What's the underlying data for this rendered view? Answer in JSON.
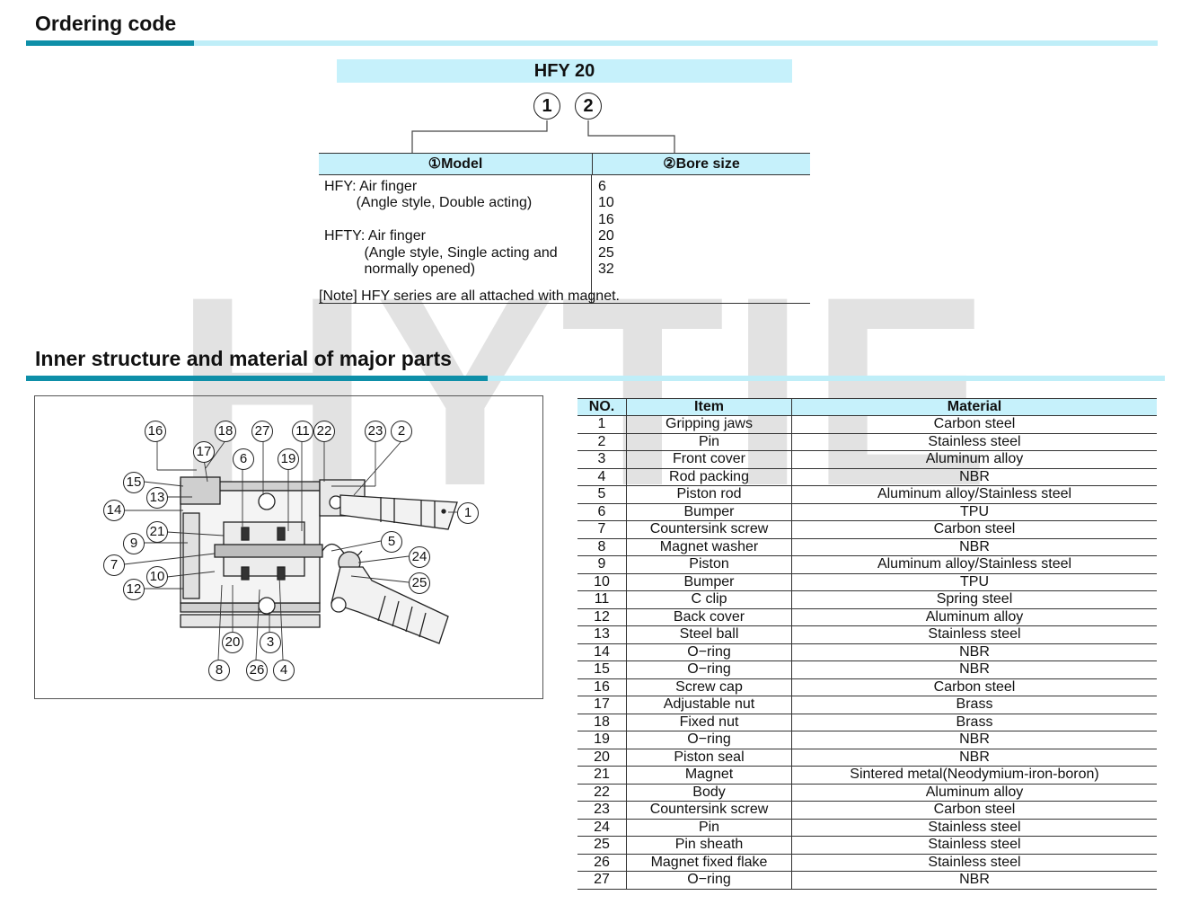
{
  "watermark": "HYTIE",
  "sections": {
    "ordering_title": "Ordering code",
    "structure_title": "Inner structure and material of major parts"
  },
  "ordering": {
    "code": "HFY  20",
    "circle1": "1",
    "circle2": "2",
    "col1_header": "①Model",
    "col2_header": "②Bore size",
    "models": [
      "HFY: Air finger",
      "        (Angle style, Double acting)",
      "",
      "HFTY: Air finger",
      "          (Angle style, Single acting and",
      "          normally opened)"
    ],
    "bores": [
      "6",
      "10",
      "16",
      "20",
      "25",
      "32"
    ],
    "note": "[Note] HFY series are all attached with magnet."
  },
  "diagram_callouts": [
    "16",
    "18",
    "27",
    "11",
    "22",
    "23",
    "2",
    "17",
    "6",
    "19",
    "15",
    "13",
    "14",
    "21",
    "9",
    "7",
    "10",
    "12",
    "5",
    "24",
    "25",
    "1",
    "20",
    "3",
    "8",
    "26",
    "4"
  ],
  "parts": {
    "headers": [
      "NO.",
      "Item",
      "Material"
    ],
    "rows": [
      [
        "1",
        "Gripping jaws",
        "Carbon  steel"
      ],
      [
        "2",
        "Pin",
        "Stainless steel"
      ],
      [
        "3",
        "Front cover",
        "Aluminum  alloy"
      ],
      [
        "4",
        "Rod packing",
        "NBR"
      ],
      [
        "5",
        "Piston rod",
        "Aluminum alloy/Stainless steel"
      ],
      [
        "6",
        "Bumper",
        "TPU"
      ],
      [
        "7",
        "Countersink screw",
        "Carbon  steel"
      ],
      [
        "8",
        "Magnet washer",
        "NBR"
      ],
      [
        "9",
        "Piston",
        "Aluminum alloy/Stainless steel"
      ],
      [
        "10",
        "Bumper",
        "TPU"
      ],
      [
        "11",
        "C clip",
        "Spring steel"
      ],
      [
        "12",
        "Back cover",
        "Aluminum  alloy"
      ],
      [
        "13",
        "Steel ball",
        "Stainless steel"
      ],
      [
        "14",
        "O−ring",
        "NBR"
      ],
      [
        "15",
        "O−ring",
        "NBR"
      ],
      [
        "16",
        "Screw cap",
        "Carbon  steel"
      ],
      [
        "17",
        "Adjustable nut",
        "Brass"
      ],
      [
        "18",
        "Fixed nut",
        "Brass"
      ],
      [
        "19",
        "O−ring",
        "NBR"
      ],
      [
        "20",
        "Piston seal",
        "NBR"
      ],
      [
        "21",
        "Magnet",
        "Sintered metal(Neodymium-iron-boron)"
      ],
      [
        "22",
        "Body",
        "Aluminum  alloy"
      ],
      [
        "23",
        "Countersink screw",
        "Carbon  steel"
      ],
      [
        "24",
        "Pin",
        "Stainless steel"
      ],
      [
        "25",
        "Pin sheath",
        "Stainless steel"
      ],
      [
        "26",
        "Magnet fixed flake",
        "Stainless steel"
      ],
      [
        "27",
        "O−ring",
        "NBR"
      ]
    ]
  }
}
